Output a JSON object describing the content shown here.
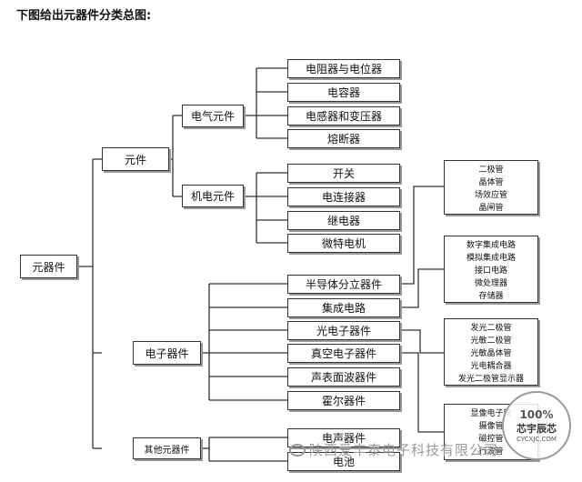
{
  "heading": "下图给出元器件分类总图:",
  "nodes": {
    "root": "元器件",
    "yuanjian": "元件",
    "dianqi": "电气元件",
    "jidian": "机电元件",
    "dianzi": "电子器件",
    "qita": "其他元器件",
    "dianzu": "电阻器与电位器",
    "dianrong": "电容器",
    "diangan": "电感器和变压器",
    "rongduan": "熔断器",
    "kaiguan": "开关",
    "lianjie": "电连接器",
    "jidianqi": "继电器",
    "weite": "微特电机",
    "bandaoti": "半导体分立器件",
    "jicheng": "集成电路",
    "guangdian": "光电子器件",
    "zhenkong": "真空电子器件",
    "shengbiao": "声表面波器件",
    "huoer": "霍尔器件",
    "diansheng": "电声器件",
    "dianchi": "电池"
  },
  "lists": {
    "semiconductor": [
      "二极管",
      "晶体管",
      "场效应管",
      "晶闸管"
    ],
    "ic": [
      "数字集成电路",
      "模拟集成电路",
      "接口电路",
      "微处理器",
      "存储器"
    ],
    "optoelectronic": [
      "发光二极管",
      "光敏二极管",
      "光敏晶体管",
      "光电耦合器",
      "发光二极管显示器"
    ],
    "vacuum": [
      "显像电子管",
      "摄像管",
      "磁控管",
      "行波管"
    ]
  },
  "watermark": "陕西爱丰泰电子科技有限公司",
  "stamp": {
    "percent": "100%",
    "brand": "芯宇辰芯",
    "site": "CYCXJC.COM"
  }
}
